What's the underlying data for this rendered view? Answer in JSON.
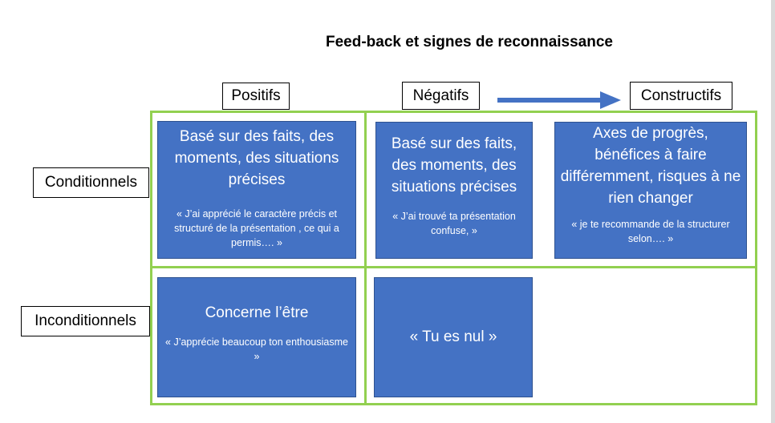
{
  "title": "Feed-back et signes de reconnaissance",
  "columns": {
    "positifs": "Positifs",
    "negatifs": "Négatifs",
    "constructifs": "Constructifs"
  },
  "rows": {
    "conditionnels": "Conditionnels",
    "inconditionnels": "Inconditionnels"
  },
  "cards": {
    "cond_positif": {
      "head": "Basé sur des faits, des moments, des situations précises",
      "quote": "« J’ai apprécié le caractère précis et structuré de la présentation , ce qui a permis…. »"
    },
    "cond_negatif": {
      "head": "Basé sur des faits, des moments, des situations précises",
      "quote": "« J’ai trouvé ta présentation confuse, »"
    },
    "cond_constructif": {
      "head": "Axes de progrès, bénéfices à faire différemment, risques à ne rien changer",
      "quote": "« je te recommande de la structurer selon…. »"
    },
    "incond_positif": {
      "head": "Concerne l’être",
      "quote": "« J’apprécie beaucoup ton enthousiasme »"
    },
    "incond_negatif": {
      "head": "« Tu es nul »"
    }
  },
  "colors": {
    "card_fill": "#4472c4",
    "grid_border": "#92d050",
    "arrow": "#4472c4"
  }
}
